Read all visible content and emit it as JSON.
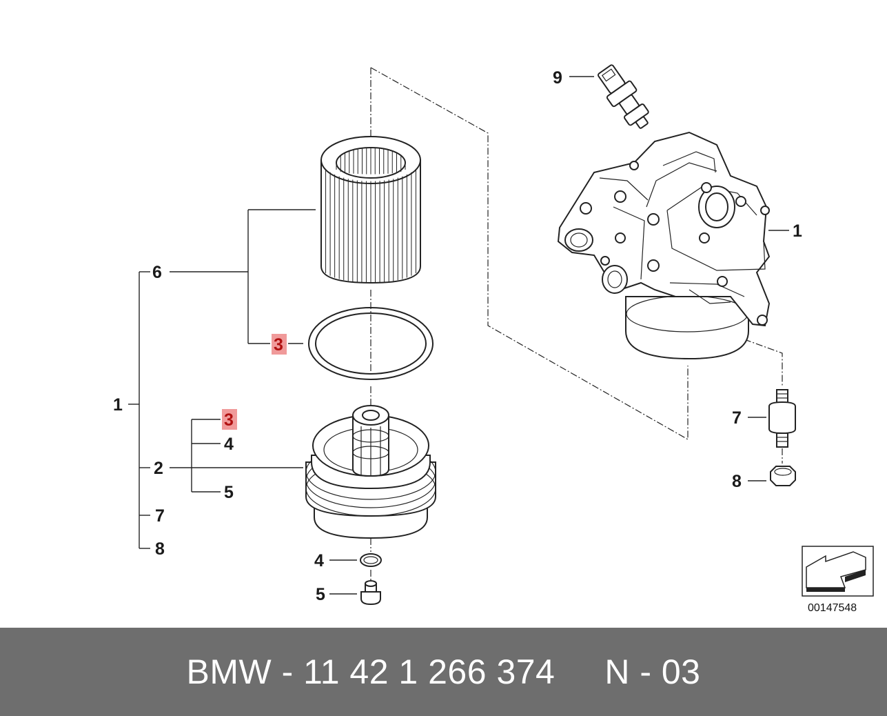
{
  "diagram": {
    "labels": {
      "tree_1": "1",
      "tree_6": "6",
      "tree_3a": "3",
      "tree_3b": "3",
      "tree_4": "4",
      "tree_2": "2",
      "tree_5": "5",
      "tree_7": "7",
      "tree_8": "8",
      "part_9": "9",
      "part_1": "1",
      "part_7": "7",
      "part_8": "8",
      "part_4": "4",
      "part_5": "5"
    },
    "highlight_color": "#f09a9a",
    "reference_number": "00147548"
  },
  "footer": {
    "text": "BMW - 11 42 1 266 374     N - 03",
    "background": "#6e6e6e"
  }
}
